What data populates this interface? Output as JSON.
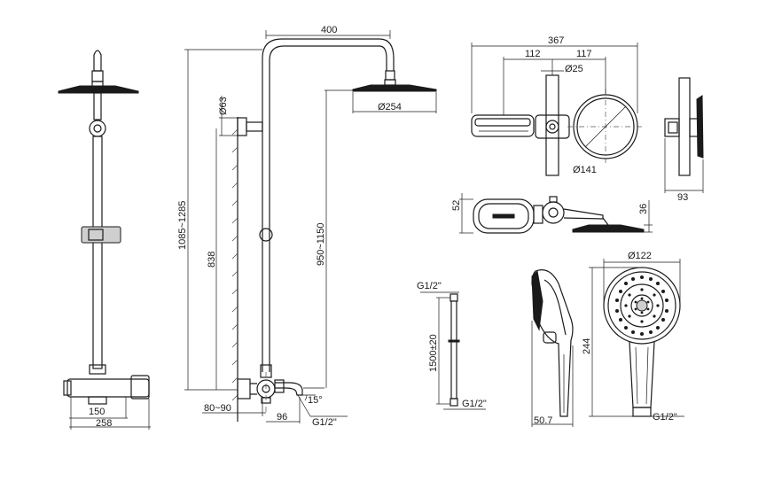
{
  "dimensions": {
    "arm_length": "400",
    "overall_height": "1085~1285",
    "pipe_diameter": "Ø63",
    "rail_height": "838",
    "head_height": "950~1150",
    "head_diameter": "Ø254",
    "wall_offset": "80~90",
    "spout_length": "96",
    "spout_angle": "15°",
    "spout_thread": "G1/2\"",
    "mixer_centers": "150",
    "mixer_width": "258",
    "shelf_span": "367",
    "shelf_offset": "112",
    "shelf_depth": "117",
    "rod_diameter": "Ø25",
    "shelf_circle": "Ø141",
    "side_depth": "93",
    "shelf_height": "52",
    "head_thickness": "36",
    "hose_top_thread": "G1/2\"",
    "hose_length": "1500±20",
    "hose_bottom_thread": "G1/2\"",
    "handle_depth": "50.7",
    "hand_shower_diameter": "Ø122",
    "hand_shower_length": "244",
    "hand_shower_thread": "G1/2\""
  }
}
